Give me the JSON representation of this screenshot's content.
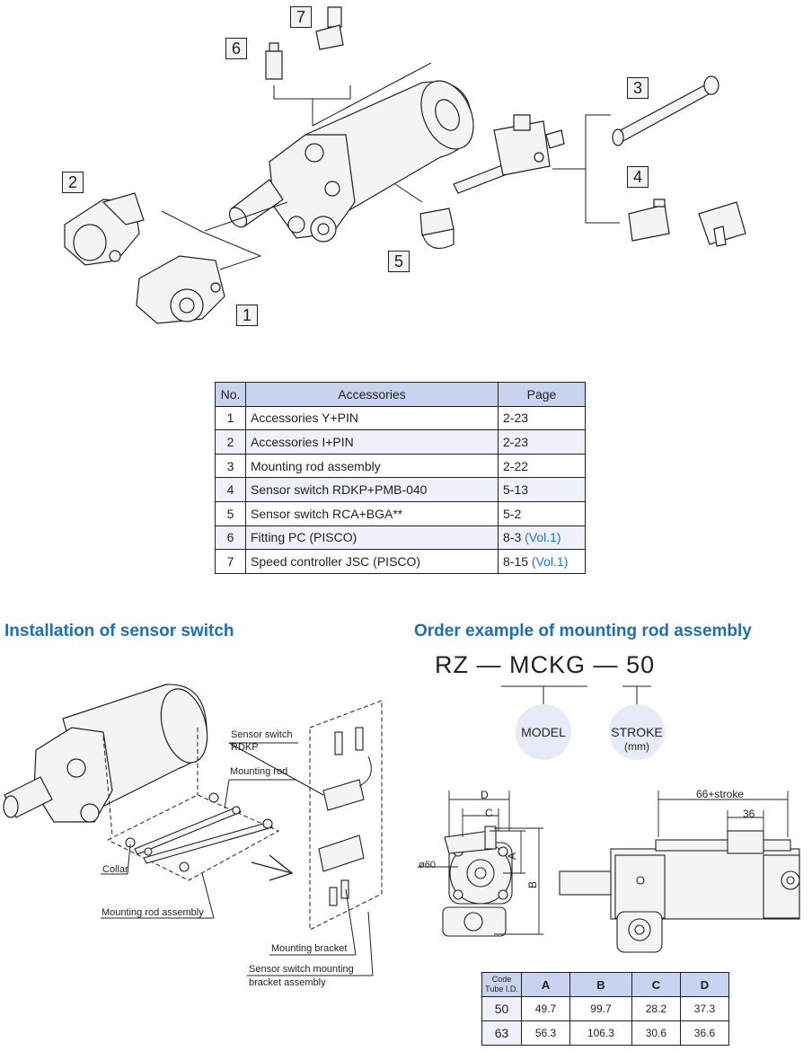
{
  "callouts": [
    "1",
    "2",
    "3",
    "4",
    "5",
    "6",
    "7"
  ],
  "accessories_table": {
    "headers": [
      "No.",
      "Accessories",
      "Page"
    ],
    "rows": [
      {
        "no": "1",
        "name": "Accessories Y+PIN",
        "page": "2-23",
        "vol": ""
      },
      {
        "no": "2",
        "name": "Accessories I+PIN",
        "page": "2-23",
        "vol": ""
      },
      {
        "no": "3",
        "name": "Mounting rod assembly",
        "page": "2-22",
        "vol": ""
      },
      {
        "no": "4",
        "name": "Sensor switch RDKP+PMB-040",
        "page": "5-13",
        "vol": ""
      },
      {
        "no": "5",
        "name": "Sensor switch RCA+BGA**",
        "page": "5-2",
        "vol": ""
      },
      {
        "no": "6",
        "name": "Fitting PC (PISCO)",
        "page": "8-3",
        "vol": "(Vol.1)"
      },
      {
        "no": "7",
        "name": "Speed controller JSC (PISCO)",
        "page": "8-15",
        "vol": "(Vol.1)"
      }
    ]
  },
  "installation": {
    "title": "Installation of sensor switch",
    "labels": {
      "sensor_switch_1": "Sensor switch",
      "sensor_switch_2": "RDKP",
      "mounting_rod": "Mounting rod",
      "collar": "Collar",
      "mounting_rod_assembly": "Mounting rod assembly",
      "mounting_bracket": "Mounting bracket",
      "bracket_assembly_1": "Sensor switch mounting",
      "bracket_assembly_2": "bracket assembly"
    }
  },
  "order": {
    "title": "Order example of mounting rod assembly",
    "code_prefix": "RZ",
    "dash": "—",
    "model": "MCKG",
    "stroke": "50",
    "model_label": "MODEL",
    "stroke_label": "STROKE",
    "stroke_unit": "(mm)"
  },
  "drawing_labels": {
    "d": "D",
    "c": "C",
    "a": "A",
    "b": "B",
    "dia": "ø60",
    "stroke_len": "66+stroke",
    "w36": "36"
  },
  "dim_table": {
    "corner_top": "Code",
    "corner_bottom": "Tube I.D.",
    "headers": [
      "A",
      "B",
      "C",
      "D"
    ],
    "rows": [
      {
        "code": "50",
        "values": [
          "49.7",
          "99.7",
          "28.2",
          "37.3"
        ]
      },
      {
        "code": "63",
        "values": [
          "56.3",
          "106.3",
          "30.6",
          "36.6"
        ]
      }
    ]
  },
  "colors": {
    "title_blue": "#1e6fb4",
    "header_fill": "#c7d3ef",
    "bubble_fill": "#e7ebf7",
    "vol_blue": "#1e77c4"
  }
}
